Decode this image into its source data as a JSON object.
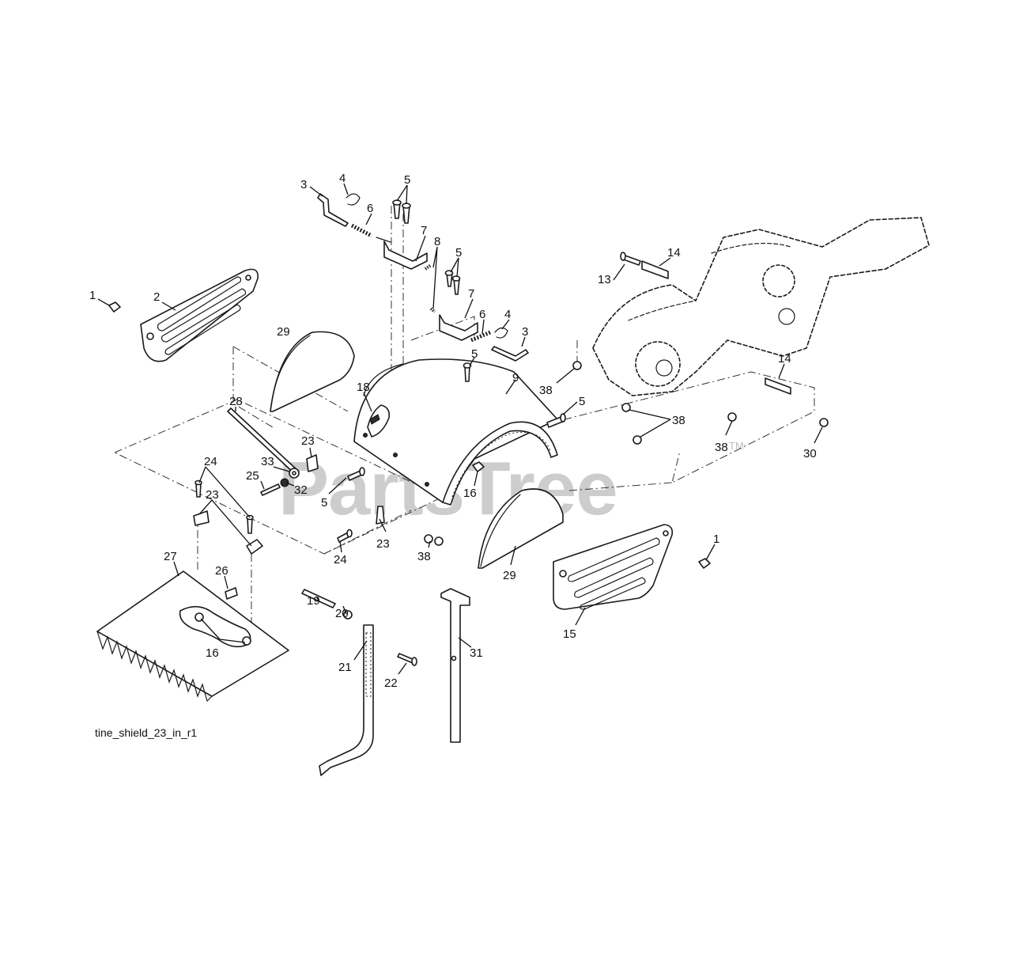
{
  "diagram": {
    "caption": "tine_shield_23_in_r1",
    "watermark": "PartsTree",
    "watermark_mark": "TM",
    "callouts": {
      "c1a": "1",
      "c1b": "1",
      "c2": "2",
      "c3a": "3",
      "c3b": "3",
      "c4a": "4",
      "c4b": "4",
      "c5a": "5",
      "c5b": "5",
      "c5c": "5",
      "c5d": "5",
      "c5e": "5",
      "c6a": "6",
      "c6b": "6",
      "c7a": "7",
      "c7b": "7",
      "c8": "8",
      "c9": "9",
      "c13": "13",
      "c14a": "14",
      "c14b": "14",
      "c15": "15",
      "c16a": "16",
      "c16b": "16",
      "c18": "18",
      "c19": "19",
      "c20": "20",
      "c21": "21",
      "c22": "22",
      "c23a": "23",
      "c23b": "23",
      "c23c": "23",
      "c24a": "24",
      "c24b": "24",
      "c25": "25",
      "c26": "26",
      "c27": "27",
      "c28": "28",
      "c29a": "29",
      "c29b": "29",
      "c30": "30",
      "c31": "31",
      "c32": "32",
      "c33": "33",
      "c38a": "38",
      "c38b": "38",
      "c38c": "38",
      "c38d": "38"
    }
  }
}
